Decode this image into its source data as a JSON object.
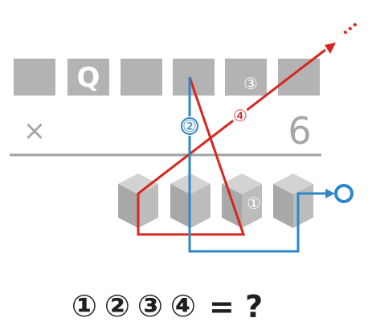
{
  "colors": {
    "gray_box": "#b3b3b3",
    "gray_text": "#a6a6a6",
    "rule": "#a0a0a0",
    "red": "#d7261e",
    "blue": "#2f87c8",
    "dark": "#1f1f1f",
    "white": "#ffffff"
  },
  "puzzle": {
    "top_row_letter": "Q",
    "top_row_marker": "③",
    "multiply_sign": "×",
    "multiplier": "6",
    "cube_marker": "①",
    "blue_path_marker": "②",
    "red_path_marker": "④",
    "arrow_ellipsis": "...",
    "output_circle": "O",
    "question_markers": [
      "①",
      "②",
      "③",
      "④"
    ],
    "question_tail": "= ?"
  }
}
